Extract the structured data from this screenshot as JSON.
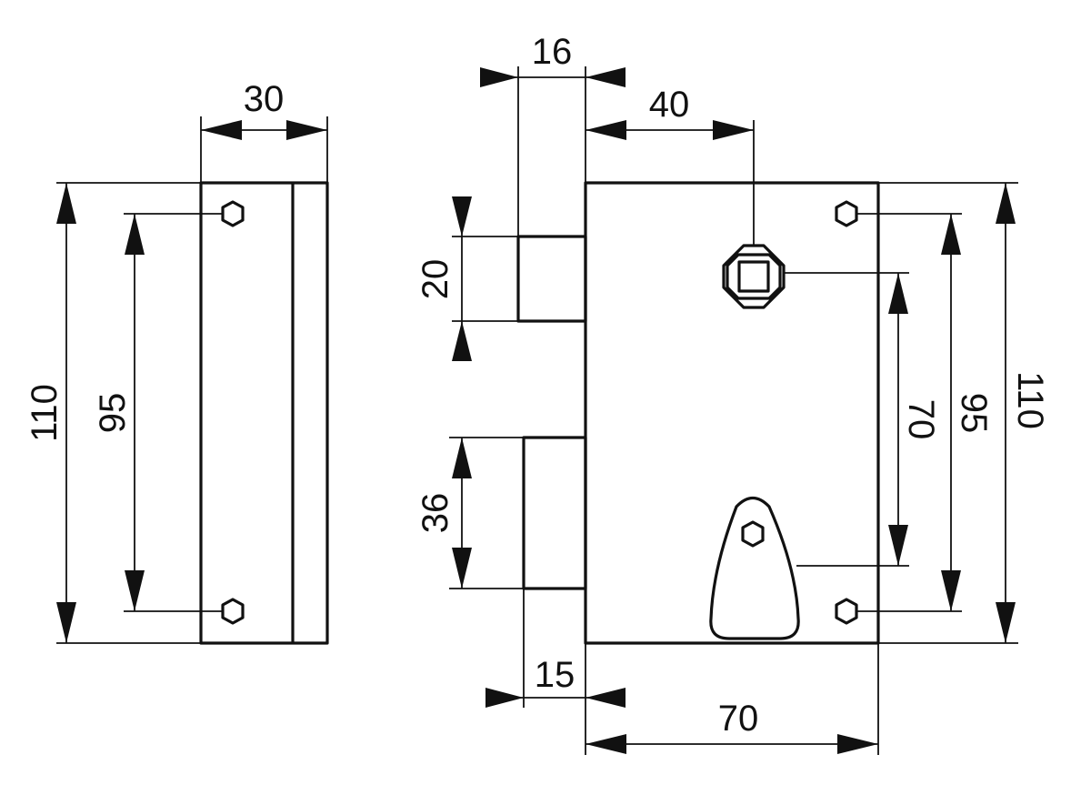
{
  "colors": {
    "ink": "#111111",
    "background": "#ffffff"
  },
  "side_view": {
    "width_label": "30",
    "height_label": "110",
    "hole_spacing_label": "95"
  },
  "front_view": {
    "bolt_projection_label": "16",
    "spindle_offset_label": "40",
    "latch_height_label": "20",
    "deadbolt_height_label": "36",
    "deadbolt_projection_label": "15",
    "case_width_label": "70",
    "spindle_to_key_label": "70",
    "hole_spacing_label": "95",
    "case_height_label": "110"
  }
}
